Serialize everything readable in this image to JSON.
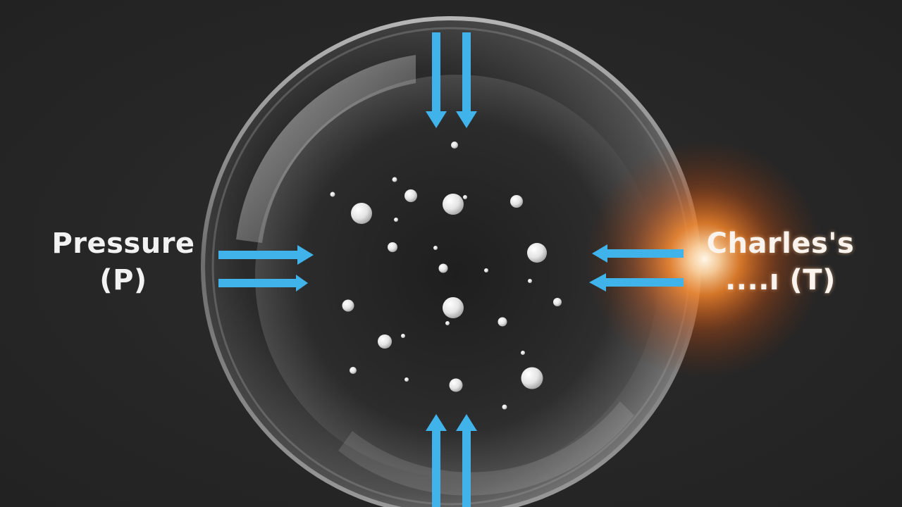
{
  "labels": {
    "left_line1": "Pressure",
    "left_line2": "(P)",
    "right_line1": "Charles's",
    "right_line2": "....ı (T)"
  },
  "colors": {
    "background": "#262626",
    "arrow": "#3fb3ea",
    "glow": "#ff7a1a",
    "particle": "#e8e8e8"
  },
  "diagram": {
    "arrows": [
      {
        "name": "top-arrow-left",
        "direction": "down"
      },
      {
        "name": "top-arrow-right",
        "direction": "down"
      },
      {
        "name": "bottom-arrow-left",
        "direction": "up"
      },
      {
        "name": "bottom-arrow-right",
        "direction": "up"
      },
      {
        "name": "left-arrow-upper",
        "direction": "right"
      },
      {
        "name": "left-arrow-lower",
        "direction": "right"
      },
      {
        "name": "right-arrow-upper",
        "direction": "left"
      },
      {
        "name": "right-arrow-lower",
        "direction": "left"
      }
    ]
  }
}
